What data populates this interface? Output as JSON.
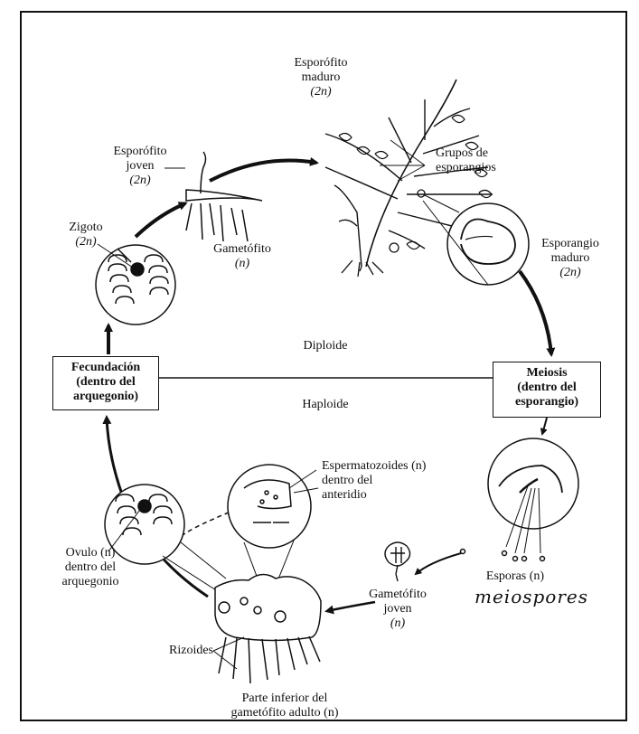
{
  "diagram": {
    "labels": {
      "esporofito_maduro": [
        "Esporófito",
        "maduro",
        "(2n)"
      ],
      "grupos_esporangios": [
        "Grupos de",
        "esporangios"
      ],
      "esporofito_joven": [
        "Esporófito",
        "joven",
        "(2n)"
      ],
      "zigoto": [
        "Zigoto",
        "(2n)"
      ],
      "gametofito": [
        "Gametófito",
        "(n)"
      ],
      "esporangio_maduro": [
        "Esporangio",
        "maduro",
        "(2n)"
      ],
      "diploide": "Diploide",
      "haploide": "Haploide",
      "espermatozoides": [
        "Espermatozoides (n)",
        "dentro del",
        "anteridio"
      ],
      "ovulo": [
        "Ovulo (n)",
        "dentro del",
        "arquegonio"
      ],
      "esporas": "Esporas (n)",
      "meiospores": "meiospores",
      "gametofito_joven": [
        "Gametófito",
        "joven",
        "(n)"
      ],
      "rizoides": "Rizoides",
      "parte_inferior": [
        "Parte inferior del",
        "gametófito adulto (n)"
      ]
    },
    "boxes": {
      "fecundacion": [
        "Fecundación",
        "(dentro del",
        "arquegonio)"
      ],
      "meiosis": [
        "Meiosis",
        "(dentro del",
        "esporangio)"
      ]
    }
  }
}
